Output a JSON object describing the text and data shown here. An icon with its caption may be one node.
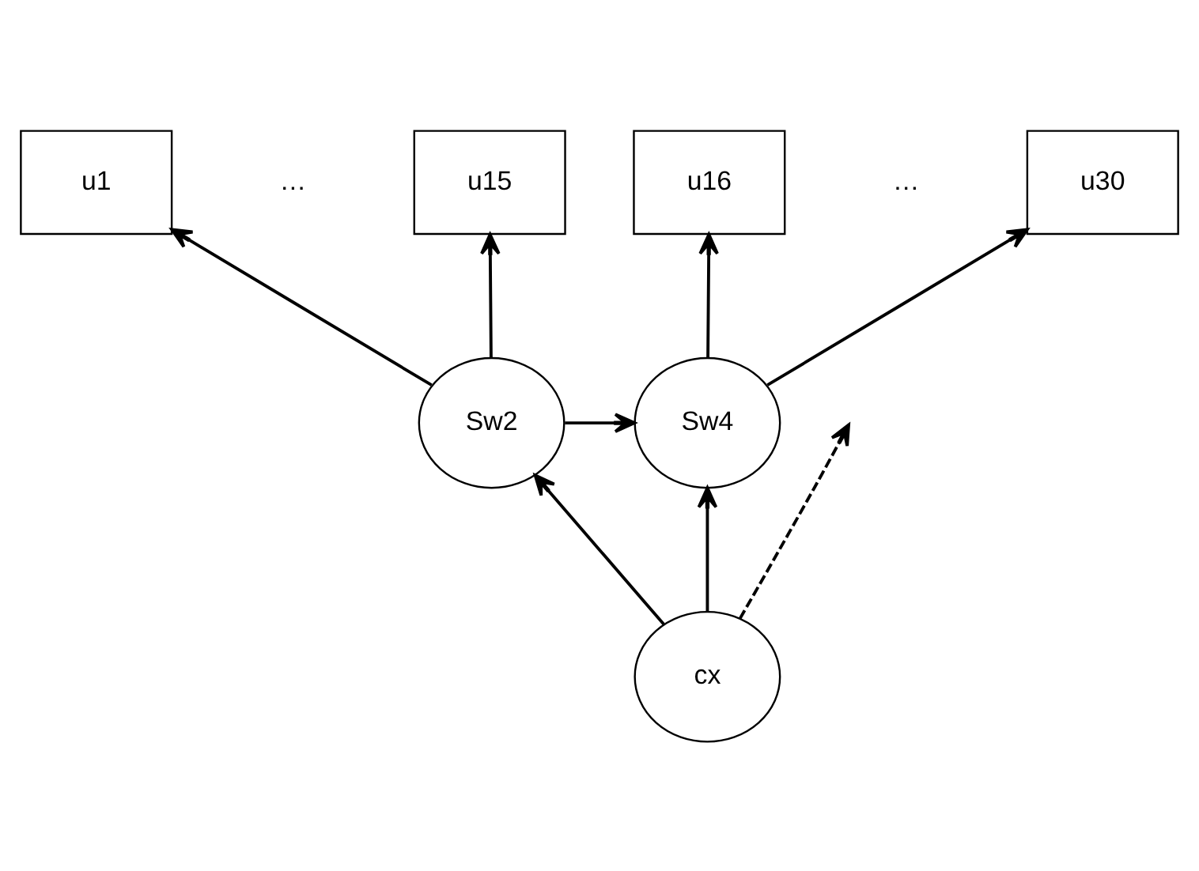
{
  "diagram": {
    "nodes": [
      {
        "text": [
          "u1"
        ]
      },
      {
        "text": [
          "u15"
        ]
      },
      {
        "text": [
          "u16"
        ]
      },
      {
        "text": [
          "u30"
        ]
      },
      {
        "text": [
          "Sw2"
        ]
      },
      {
        "text": [
          "Sw4"
        ]
      },
      {
        "text": [
          "cx"
        ]
      }
    ],
    "edges": [
      {
        "from": 4,
        "to": 0,
        "arrow": "to"
      },
      {
        "from": 4,
        "to": 1,
        "arrow": "to"
      },
      {
        "from": 5,
        "to": 2,
        "arrow": "to"
      },
      {
        "from": 5,
        "to": 3,
        "arrow": "to"
      },
      {
        "from": 4,
        "to": 5,
        "arrow": "to"
      },
      {
        "from": 6,
        "to": 4,
        "arrow": "to"
      },
      {
        "from": 6,
        "to": 5,
        "arrow": "to"
      },
      {
        "from": 6,
        "to": null,
        "arrow": "to",
        "style": "dashed"
      }
    ],
    "labels": [
      "…",
      "…"
    ]
  }
}
